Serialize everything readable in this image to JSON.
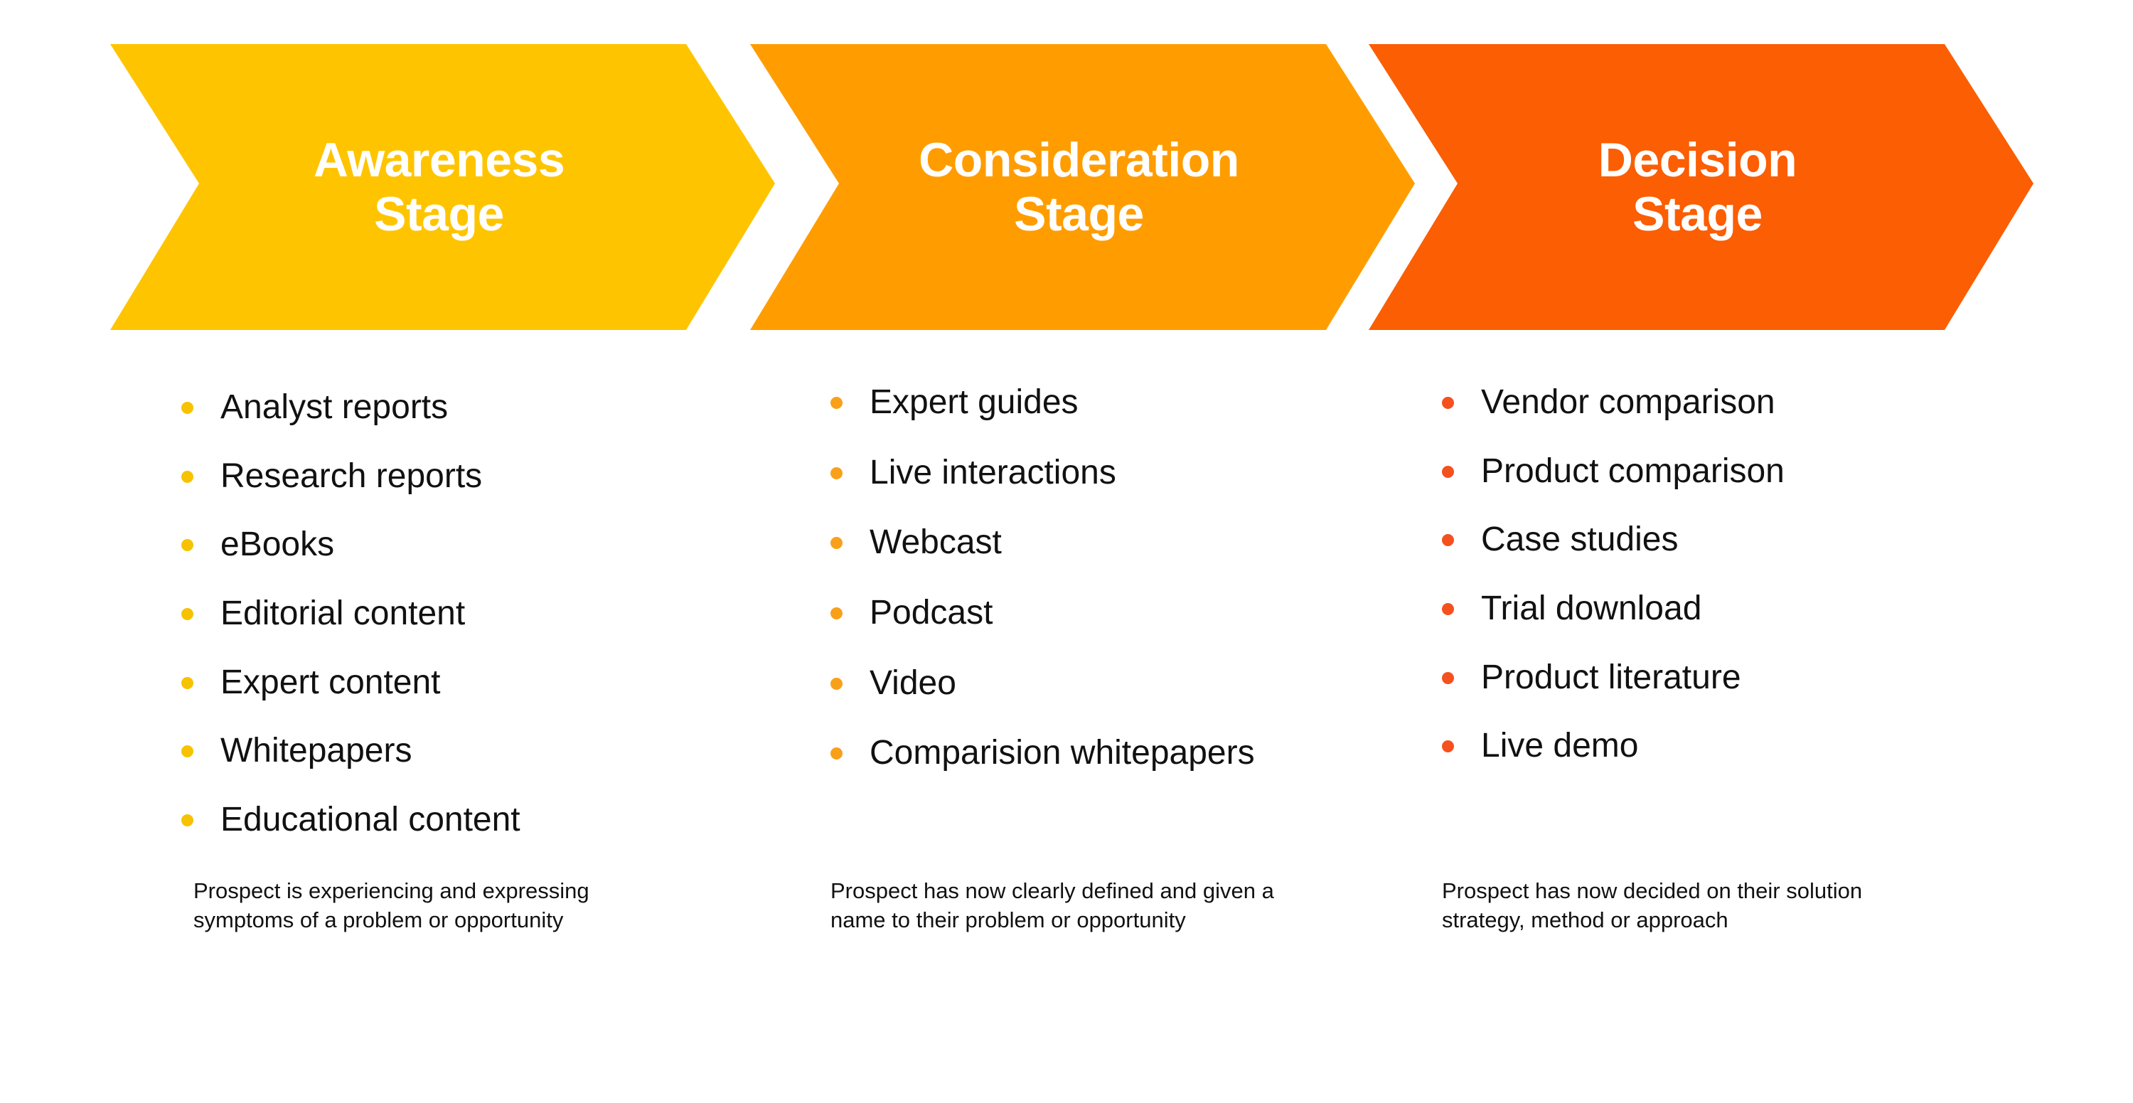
{
  "stages": [
    {
      "id": "awareness",
      "title": "Awareness\nStage",
      "color": "#FFC400",
      "bullet_color": "#F7C200",
      "items": [
        "Analyst reports",
        "Research reports",
        "eBooks",
        "Editorial content",
        "Expert content",
        "Whitepapers",
        "Educational content"
      ],
      "caption": "Prospect is experiencing and expressing symptoms of a problem or opportunity"
    },
    {
      "id": "consideration",
      "title": "Consideration\nStage",
      "color": "#FF9D00",
      "bullet_color": "#F9A01B",
      "items": [
        "Expert guides",
        "Live interactions",
        "Webcast",
        "Podcast",
        "Video",
        "Comparision whitepapers"
      ],
      "caption": "Prospect has now clearly defined and given a name to their problem or opportunity"
    },
    {
      "id": "decision",
      "title": "Decision\nStage",
      "color": "#FB5E03",
      "bullet_color": "#F4511E",
      "items": [
        "Vendor comparison",
        "Product comparison",
        "Case studies",
        "Trial download",
        "Product literature",
        "Live demo"
      ],
      "caption": "Prospect has now decided on their solution strategy, method or approach"
    }
  ]
}
